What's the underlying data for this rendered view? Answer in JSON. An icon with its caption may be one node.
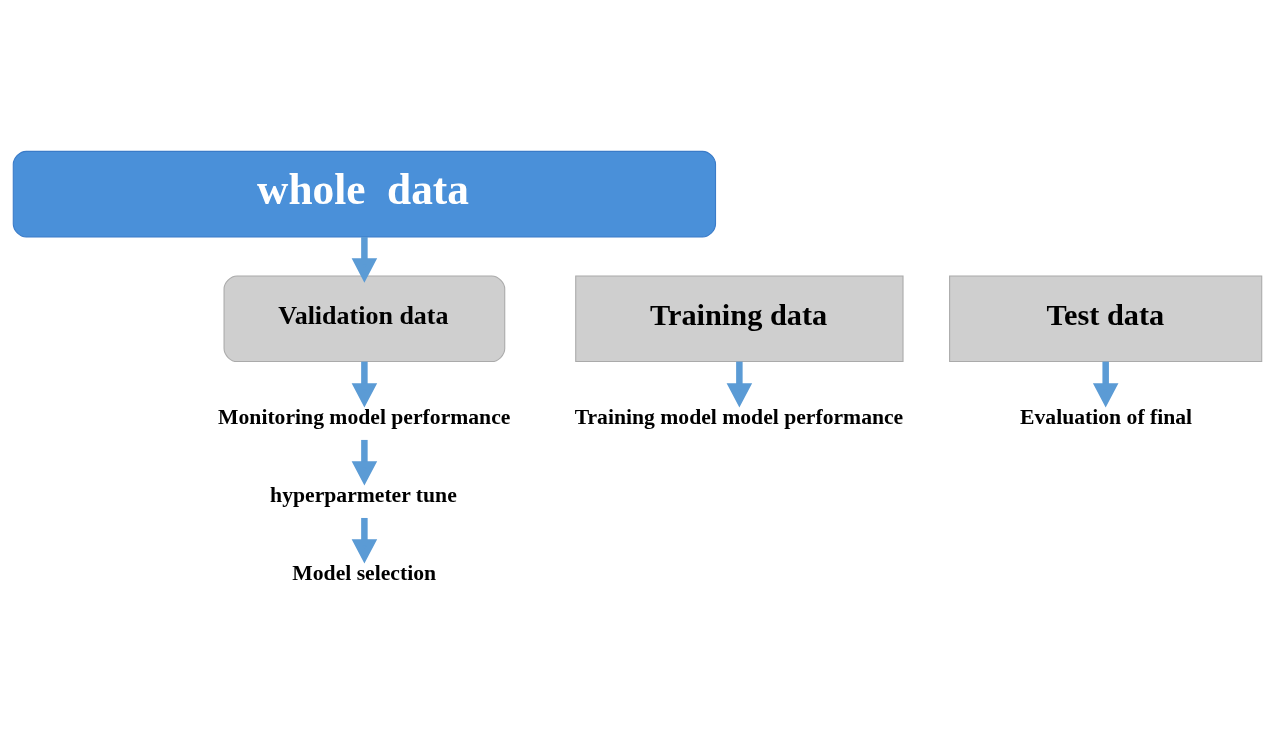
{
  "diagram": {
    "nodes": [
      {
        "text": [
          "whole  data"
        ]
      },
      {
        "text": [
          "Training data"
        ]
      },
      {
        "text": [
          "Validation data"
        ]
      },
      {
        "text": [
          "Test data"
        ]
      },
      {
        "text": [
          "Training model model performance"
        ]
      },
      {
        "text": [
          "Monitoring model performance"
        ]
      },
      {
        "text": [
          "Evaluation of final"
        ]
      },
      {
        "text": [
          "hyperparmeter tune"
        ]
      },
      {
        "text": [
          "Model selection"
        ]
      }
    ],
    "edges": [
      {
        "from": 0,
        "to": 2,
        "arrow": "to"
      },
      {
        "from": 1,
        "to": 4,
        "arrow": "to"
      },
      {
        "from": 2,
        "to": 5,
        "arrow": "to"
      },
      {
        "from": 3,
        "to": 6,
        "arrow": "to"
      },
      {
        "from": 5,
        "to": 7,
        "arrow": "to"
      },
      {
        "from": 7,
        "to": 8,
        "arrow": "to"
      }
    ]
  }
}
